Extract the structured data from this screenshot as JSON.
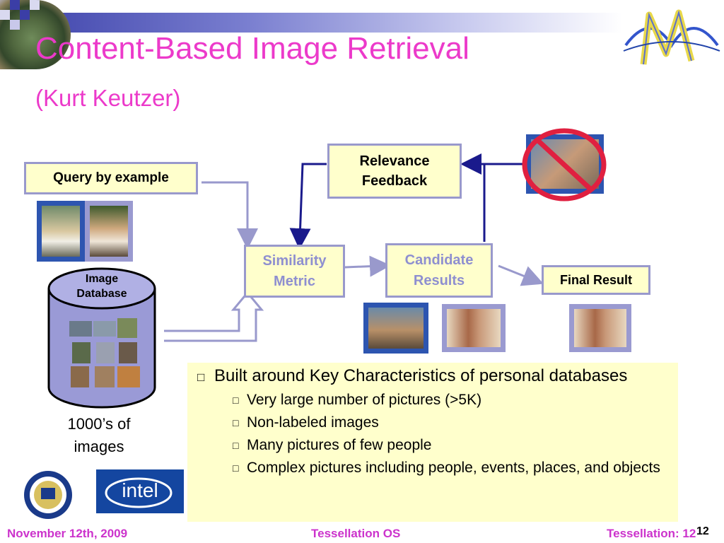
{
  "slide": {
    "title": "Content-Based Image Retrieval",
    "subtitle": "(Kurt Keutzer)"
  },
  "diagram": {
    "query_label": "Query by example",
    "relevance_line1": "Relevance",
    "relevance_line2": "Feedback",
    "similarity_line1": "Similarity",
    "similarity_line2": "Metric",
    "candidate_line1": "Candidate",
    "candidate_line2": "Results",
    "final_label": "Final Result",
    "db_line1": "Image",
    "db_line2": "Database",
    "db_caption_line1": "1000’s of",
    "db_caption_line2": "images"
  },
  "bullets": {
    "main": "Built around Key Characteristics of personal databases",
    "items": [
      "Very large number of pictures (>5K)",
      "Non-labeled images",
      "Many pictures of few people",
      "Complex pictures including people, events, places, and objects"
    ]
  },
  "footer": {
    "date": "November 12th, 2009",
    "center": "Tessellation OS",
    "right": "Tessellation: 12",
    "page": "12"
  },
  "logos": {
    "intel": "intel"
  },
  "colors": {
    "title": "#ec3aca",
    "box_fill": "#ffffcc",
    "box_border": "#9999cc",
    "arrow_dark": "#1a1a8c",
    "arrow_light": "#9999cc"
  }
}
